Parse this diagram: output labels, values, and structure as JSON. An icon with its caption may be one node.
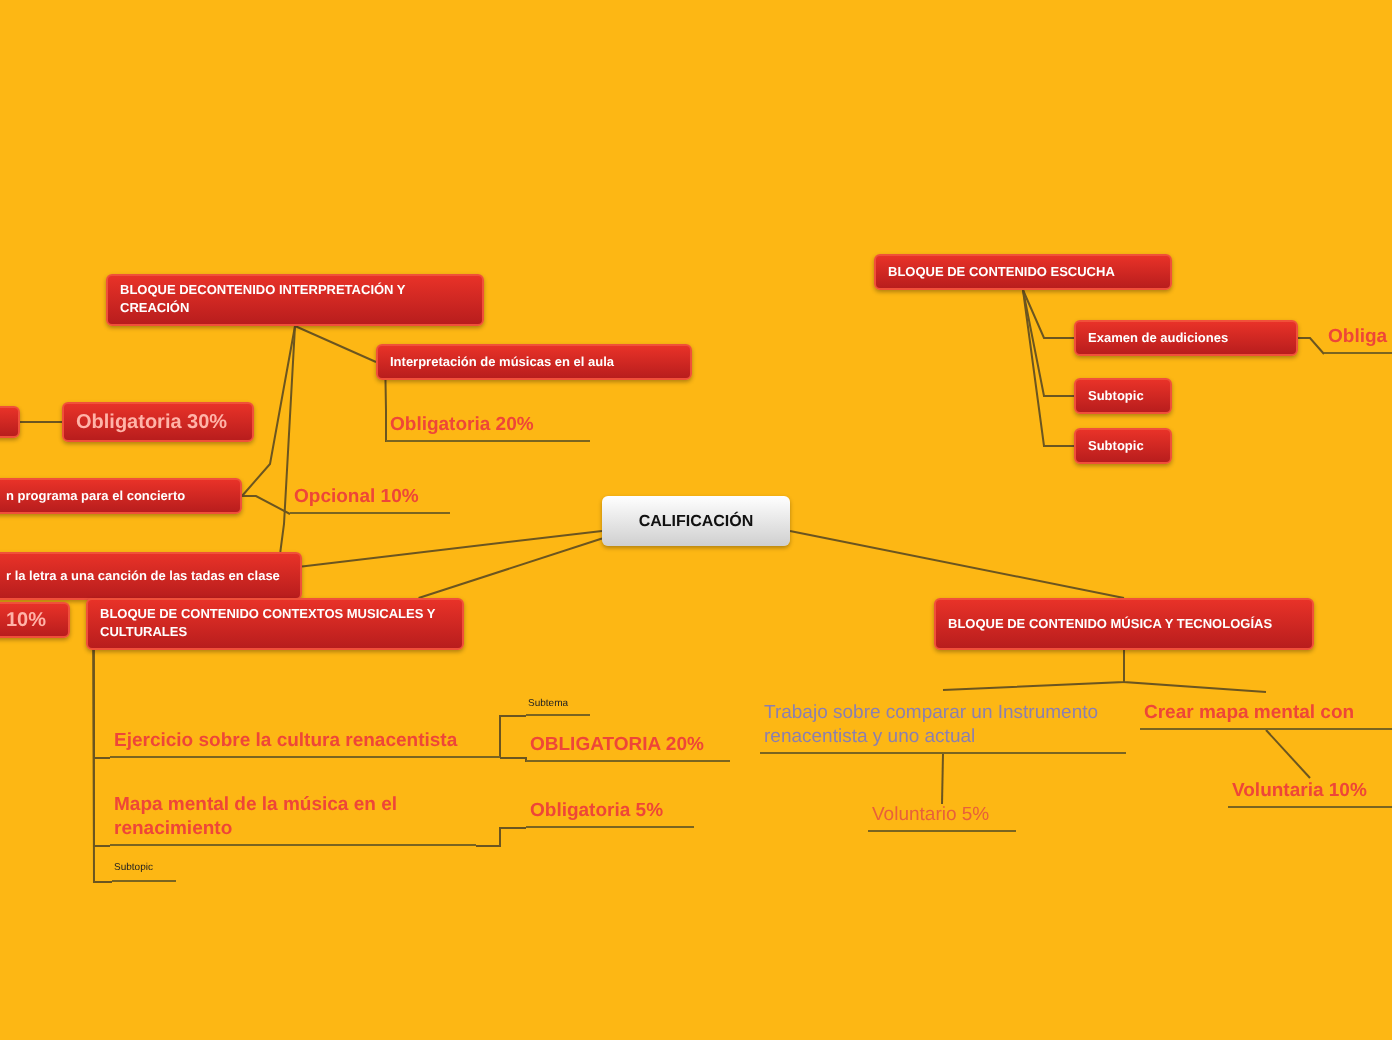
{
  "diagram": {
    "nodes": [
      {
        "text": [
          "CALIFICACIÓN"
        ]
      },
      {
        "text": [
          "BLOQUE DECONTENIDO INTERPRETACIÓN Y CREACIÓN"
        ]
      },
      {
        "text": [
          "Interpretación de músicas en el aula"
        ]
      },
      {
        "text": [
          "Obligatoria  20%"
        ]
      },
      {
        "text": [],
        "shape": "box"
      },
      {
        "text": [
          "Obligatoria 30%"
        ]
      },
      {
        "text": [
          "n programa para el concierto"
        ]
      },
      {
        "text": [
          "Opcional 10%"
        ]
      },
      {
        "text": [
          "r la letra a una canción de las tadas en clase"
        ]
      },
      {
        "text": [
          "10%"
        ]
      },
      {
        "text": [
          "BLOQUE DE CONTENIDO CONTEXTOS MUSICALES Y CULTURALES"
        ]
      },
      {
        "text": [
          "Ejercicio sobre la cultura renacentista"
        ]
      },
      {
        "text": [
          "Subtema"
        ]
      },
      {
        "text": [
          "OBLIGATORIA 20%"
        ]
      },
      {
        "text": [
          "Mapa mental de la música en el renacimiento"
        ]
      },
      {
        "text": [
          "Obligatoria 5%"
        ]
      },
      {
        "text": [
          "Subtopic"
        ]
      },
      {
        "text": [
          "BLOQUE DE CONTENIDO ESCUCHA"
        ]
      },
      {
        "text": [
          "Examen de audiciones"
        ]
      },
      {
        "text": [
          "Obliga"
        ]
      },
      {
        "text": [
          "Subtopic"
        ]
      },
      {
        "text": [
          "Subtopic"
        ]
      },
      {
        "text": [
          "BLOQUE DE CONTENIDO MÚSICA Y TECNOLOGÍAS"
        ]
      },
      {
        "text": [
          "Trabajo sobre comparar un Instrumento renacentista y uno actual"
        ]
      },
      {
        "text": [
          "Voluntario 5%"
        ]
      },
      {
        "text": [
          "Crear mapa mental con"
        ]
      },
      {
        "text": [
          "Voluntaria 10%"
        ]
      }
    ],
    "edges": [
      {
        "from": 1,
        "to": 2,
        "arrow": "none"
      },
      {
        "from": 2,
        "to": 3,
        "arrow": "none"
      },
      {
        "from": 4,
        "to": 5,
        "arrow": "none"
      },
      {
        "from": 1,
        "to": 6,
        "arrow": "none"
      },
      {
        "from": 1,
        "to": 8,
        "arrow": "none"
      },
      {
        "from": 6,
        "to": 7,
        "arrow": "none"
      },
      {
        "from": 0,
        "to": 8,
        "arrow": "none"
      },
      {
        "from": 0,
        "to": 10,
        "arrow": "none"
      },
      {
        "from": 10,
        "to": 11,
        "arrow": "none"
      },
      {
        "from": 10,
        "to": 14,
        "arrow": "none"
      },
      {
        "from": 10,
        "to": 16,
        "arrow": "none"
      },
      {
        "from": 11,
        "to": 12,
        "arrow": "none"
      },
      {
        "from": 11,
        "to": 13,
        "arrow": "none"
      },
      {
        "from": 14,
        "to": 15,
        "arrow": "none"
      },
      {
        "from": 17,
        "to": 18,
        "arrow": "none"
      },
      {
        "from": 17,
        "to": 20,
        "arrow": "none"
      },
      {
        "from": 17,
        "to": 21,
        "arrow": "none"
      },
      {
        "from": 18,
        "to": 19,
        "arrow": "none"
      },
      {
        "from": 22,
        "to": 23,
        "arrow": "none"
      },
      {
        "from": 22,
        "to": 25,
        "arrow": "none"
      },
      {
        "from": 23,
        "to": 24,
        "arrow": "none"
      },
      {
        "from": 25,
        "to": 26,
        "arrow": "none"
      },
      {
        "from": 0,
        "to": 22,
        "arrow": "none"
      }
    ]
  }
}
